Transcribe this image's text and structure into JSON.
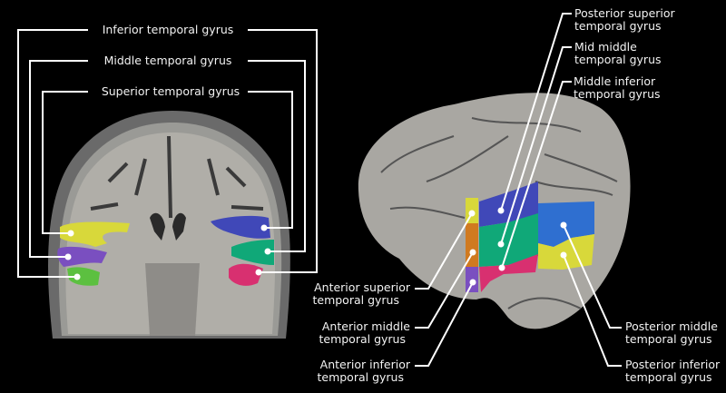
{
  "coronal_panel": {
    "labels": {
      "inferior": "Inferior temporal gyrus",
      "middle": "Middle temporal gyrus",
      "superior": "Superior temporal gyrus"
    }
  },
  "lateral_panel": {
    "labels": {
      "posterior_superior": [
        "Posterior superior",
        "temporal gyrus"
      ],
      "mid_middle": [
        "Mid middle",
        "temporal gyrus"
      ],
      "middle_inferior": [
        "Middle inferior",
        "temporal gyrus"
      ],
      "anterior_superior": [
        "Anterior superior",
        "temporal gyrus"
      ],
      "anterior_middle": [
        "Anterior middle",
        "temporal gyrus"
      ],
      "anterior_inferior": [
        "Anterior inferior",
        "temporal gyrus"
      ],
      "posterior_middle": [
        "Posterior middle",
        "temporal gyrus"
      ],
      "posterior_inferior": [
        "Posterior inferior",
        "temporal gyrus"
      ]
    }
  },
  "colors": {
    "background": "#000000",
    "superior_yellow": "#d8d83a",
    "middle_purple": "#7a4fc0",
    "inferior_green": "#5cc040",
    "right_superior_blue": "#4048b8",
    "right_middle_teal": "#10a878",
    "right_inferior_pink": "#d83070",
    "posterior_blue": "#2f6fd0",
    "anterior_orange": "#d07a20"
  }
}
